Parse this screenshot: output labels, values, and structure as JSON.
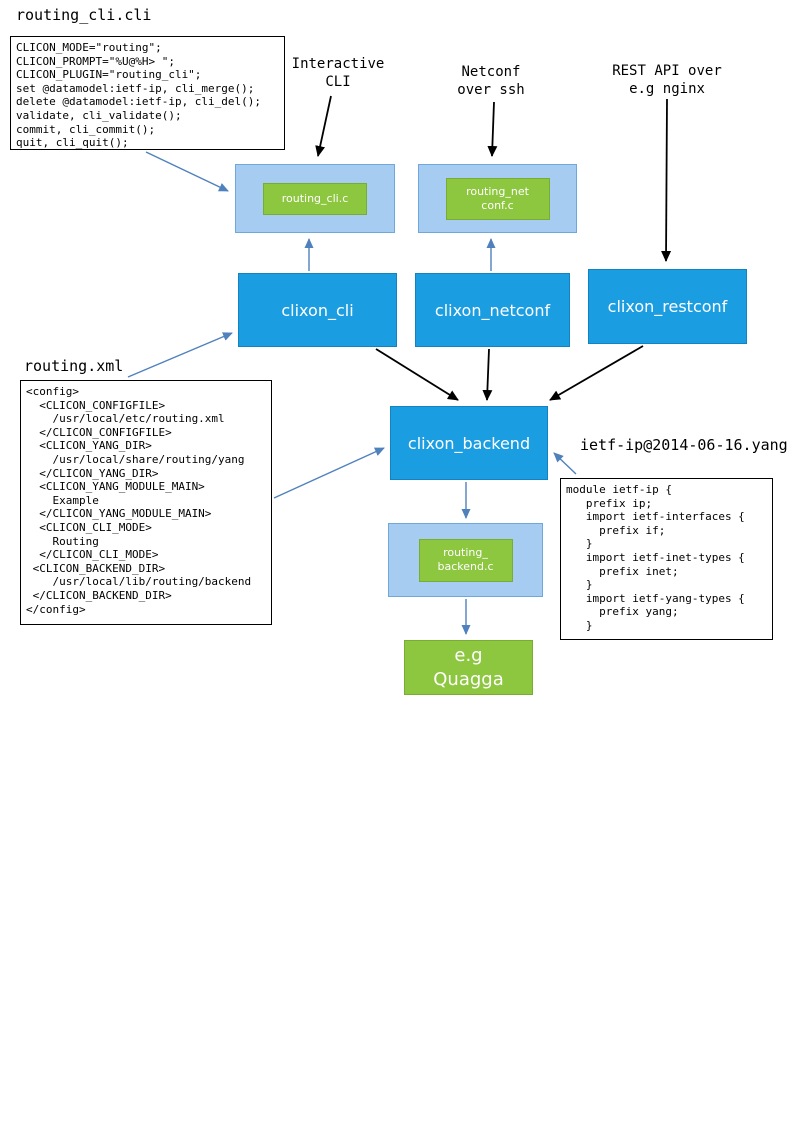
{
  "colors": {
    "process_blue": "#1b9de2",
    "plugin_container_blue": "#a6ccf2",
    "plugin_green": "#8dc63f",
    "arrow_black": "#000000",
    "arrow_blue": "#4f81bd"
  },
  "files": {
    "routing_cli": {
      "name": "routing_cli.cli",
      "lines": [
        "CLICON_MODE=\"routing\";",
        "CLICON_PROMPT=\"%U@%H> \";",
        "CLICON_PLUGIN=\"routing_cli\";",
        "set @datamodel:ietf-ip, cli_merge();",
        "delete @datamodel:ietf-ip, cli_del();",
        "validate, cli_validate();",
        "commit, cli_commit();",
        "quit, cli_quit();"
      ]
    },
    "routing_xml": {
      "name": "routing.xml",
      "lines": [
        "<config>",
        "  <CLICON_CONFIGFILE>",
        "    /usr/local/etc/routing.xml",
        "  </CLICON_CONFIGFILE>",
        "  <CLICON_YANG_DIR>",
        "    /usr/local/share/routing/yang",
        "  </CLICON_YANG_DIR>",
        "  <CLICON_YANG_MODULE_MAIN>",
        "    Example",
        "  </CLICON_YANG_MODULE_MAIN>",
        "  <CLICON_CLI_MODE>",
        "    Routing",
        "  </CLICON_CLI_MODE>",
        " <CLICON_BACKEND_DIR>",
        "    /usr/local/lib/routing/backend",
        " </CLICON_BACKEND_DIR>",
        "</config>"
      ]
    },
    "ietf_ip_yang": {
      "name": "ietf-ip@2014-06-16.yang",
      "lines": [
        "module ietf-ip {",
        "   prefix ip;",
        "   import ietf-interfaces {",
        "     prefix if;",
        "   }",
        "   import ietf-inet-types {",
        "     prefix inet;",
        "   }",
        "   import ietf-yang-types {",
        "     prefix yang;",
        "   }"
      ]
    }
  },
  "annotations": {
    "interactive_cli": [
      "Interactive",
      "CLI"
    ],
    "netconf_over_ssh": [
      "Netconf",
      "over ssh"
    ],
    "rest_api": [
      "REST API over",
      "e.g nginx"
    ]
  },
  "nodes": {
    "routing_cli_c": "routing_cli.c",
    "routing_netconf_c": [
      "routing_net",
      "conf.c"
    ],
    "clixon_cli": "clixon_cli",
    "clixon_netconf": "clixon_netconf",
    "clixon_restconf": "clixon_restconf",
    "clixon_backend": "clixon_backend",
    "routing_backend_c": [
      "routing_",
      "backend.c"
    ],
    "quagga": [
      "e.g",
      "Quagga"
    ]
  }
}
